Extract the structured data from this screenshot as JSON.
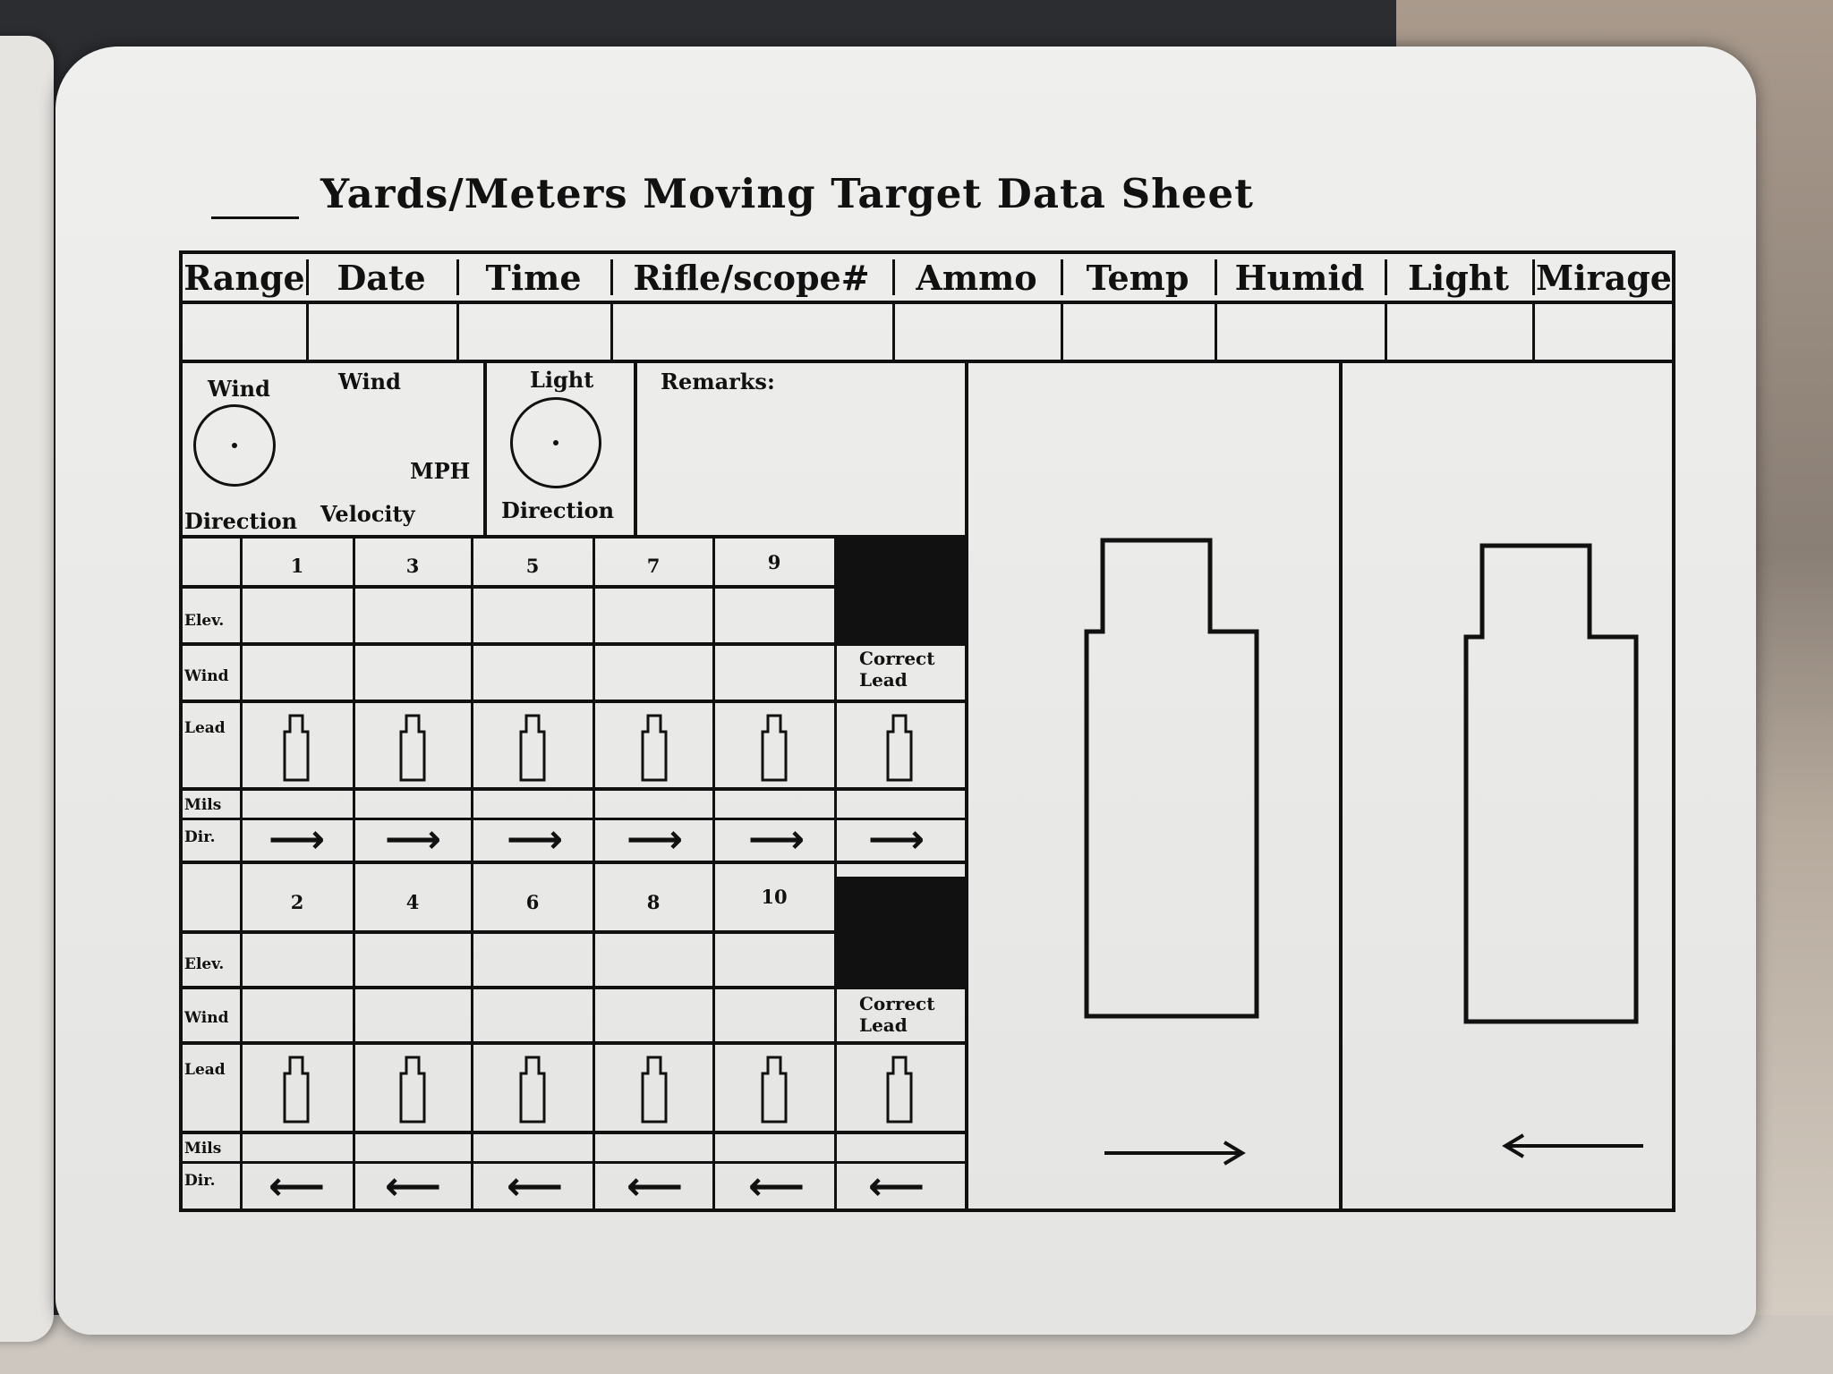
{
  "sheet": {
    "title": "Yards/Meters Moving Target Data Sheet",
    "headers": [
      "Range",
      "Date",
      "Time",
      "Rifle/scope#",
      "Ammo",
      "Temp",
      "Humid",
      "Light",
      "Mirage"
    ],
    "wind": {
      "wind_label_1": "Wind",
      "wind_label_2": "Wind",
      "mph": "MPH",
      "direction": "Direction",
      "velocity": "Velocity"
    },
    "light": {
      "label": "Light",
      "direction": "Direction"
    },
    "remarks_label": "Remarks:",
    "row_labels": {
      "elev": "Elev.",
      "wind": "Wind",
      "lead": "Lead",
      "mils": "Mils",
      "dir": "Dir."
    },
    "odd_shots": [
      "1",
      "3",
      "5",
      "7",
      "9"
    ],
    "even_shots": [
      "2",
      "4",
      "6",
      "8",
      "10"
    ],
    "correct_lead_line1": "Correct",
    "correct_lead_line2": "Lead",
    "arrow_right": "⟶",
    "arrow_left": "⟵"
  }
}
